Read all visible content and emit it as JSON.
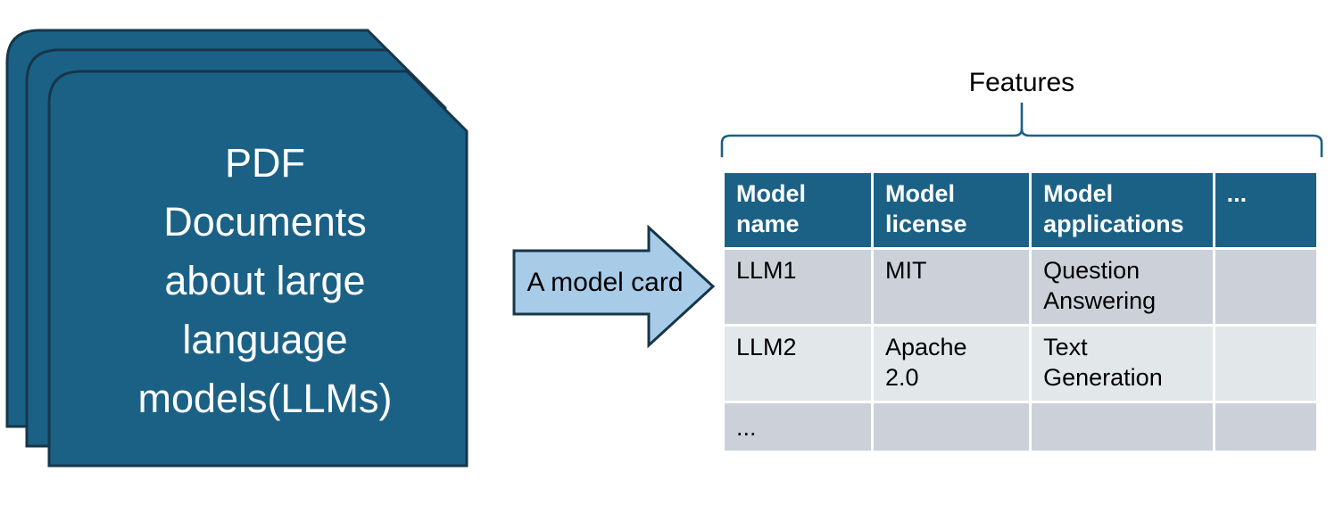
{
  "documents": {
    "label": "PDF\nDocuments\nabout large\nlanguage\nmodels(LLMs)",
    "layers": 3,
    "fill_color": "#1b6186",
    "stroke_color": "#17364a"
  },
  "arrow": {
    "label": "A model card",
    "fill_color": "#a8cbe8",
    "stroke_color": "#17364a",
    "direction": "right"
  },
  "annotation": {
    "features_label": "Features",
    "brace_color": "#1b6186"
  },
  "table": {
    "header_background": "#1b6186",
    "header_text_color": "#ffffff",
    "row_band_dark": "#ccd1d9",
    "row_band_light": "#e2e7ea",
    "columns": [
      "Model\nname",
      "Model\nlicense",
      "Model\napplications",
      "..."
    ],
    "rows": [
      [
        "LLM1",
        "MIT",
        "Question\nAnswering",
        ""
      ],
      [
        "LLM2",
        "Apache\n2.0",
        "Text\nGeneration",
        ""
      ],
      [
        "...",
        "",
        "",
        ""
      ]
    ]
  }
}
